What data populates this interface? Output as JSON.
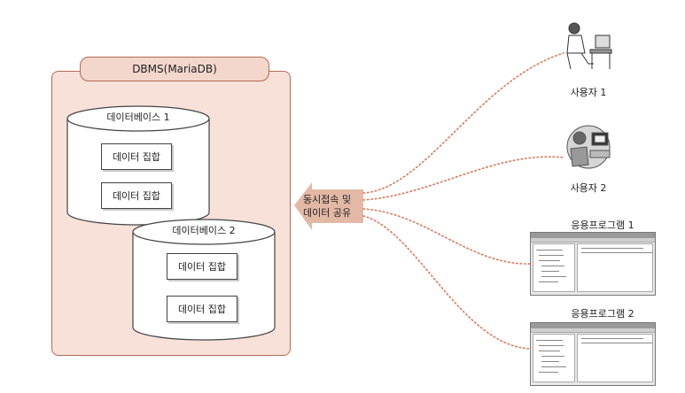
{
  "dbms": {
    "title": "DBMS(MariaDB)"
  },
  "databases": [
    {
      "label": "데이터베이스 1",
      "sets": [
        "데이터 집합",
        "데이터 집합"
      ]
    },
    {
      "label": "데이터베이스 2",
      "sets": [
        "데이터 집합",
        "데이터 집합"
      ]
    }
  ],
  "arrow": {
    "line1": "동시접속 및",
    "line2": "데이터 공유"
  },
  "clients": [
    {
      "label": "사용자 1",
      "icon": "user-at-computer-icon"
    },
    {
      "label": "사용자 2",
      "icon": "user-at-computer-icon"
    },
    {
      "label": "응용프로그램 1",
      "icon": "application-window-icon"
    },
    {
      "label": "응용프로그램 2",
      "icon": "application-window-icon"
    }
  ],
  "colors": {
    "panel_fill": "#f7e1d8",
    "panel_border": "#b46a55",
    "arrow": "#e3b9a6",
    "dotted_line": "#d9785a"
  }
}
